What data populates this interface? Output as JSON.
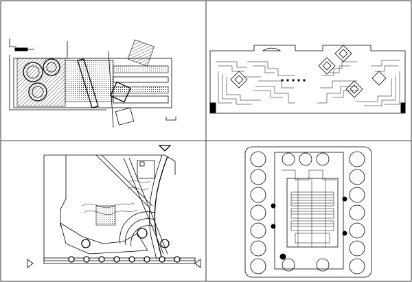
{
  "sheet": {
    "panels": [
      {
        "id": "plaza-plan-a"
      },
      {
        "id": "paving-pattern-plan"
      },
      {
        "id": "park-site-plan"
      },
      {
        "id": "courtyard-tree-plan"
      }
    ]
  }
}
